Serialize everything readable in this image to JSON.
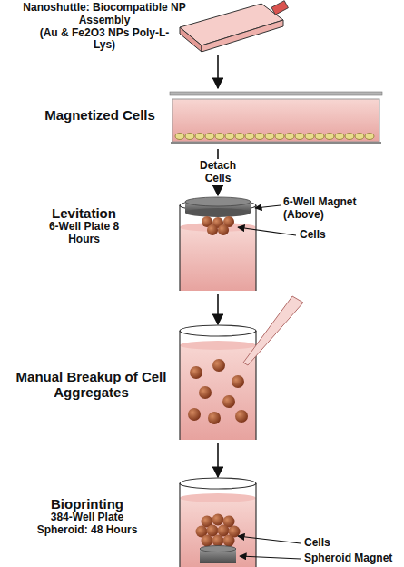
{
  "diagram": {
    "nodes": [
      {
        "text": [
          "Nanoshuttle: Biocompatible NP Assembly",
          "(Au & Fe2O3 NPs Poly-L-Lys)"
        ]
      },
      {
        "text": [
          "Magnetized Cells"
        ]
      },
      {
        "text": [
          "Levitation",
          "6-Well Plate 8 Hours"
        ]
      },
      {
        "text": [
          "Manual Breakup of Cell Aggregates"
        ]
      },
      {
        "text": [
          "Bioprinting",
          "384-Well Plate Spheroid: 48 Hours"
        ]
      }
    ],
    "edges": [
      {
        "from": 0,
        "to": 1,
        "arrow": "to"
      },
      {
        "from": 1,
        "to": 2,
        "label": "Detach Cells",
        "arrow": "to"
      },
      {
        "from": 2,
        "to": 3,
        "arrow": "to"
      },
      {
        "from": 3,
        "to": 4,
        "arrow": "to"
      }
    ],
    "labels": [
      "6-Well Magnet (Above)",
      "Cells",
      "Cells",
      "Spheroid Magnet"
    ]
  }
}
